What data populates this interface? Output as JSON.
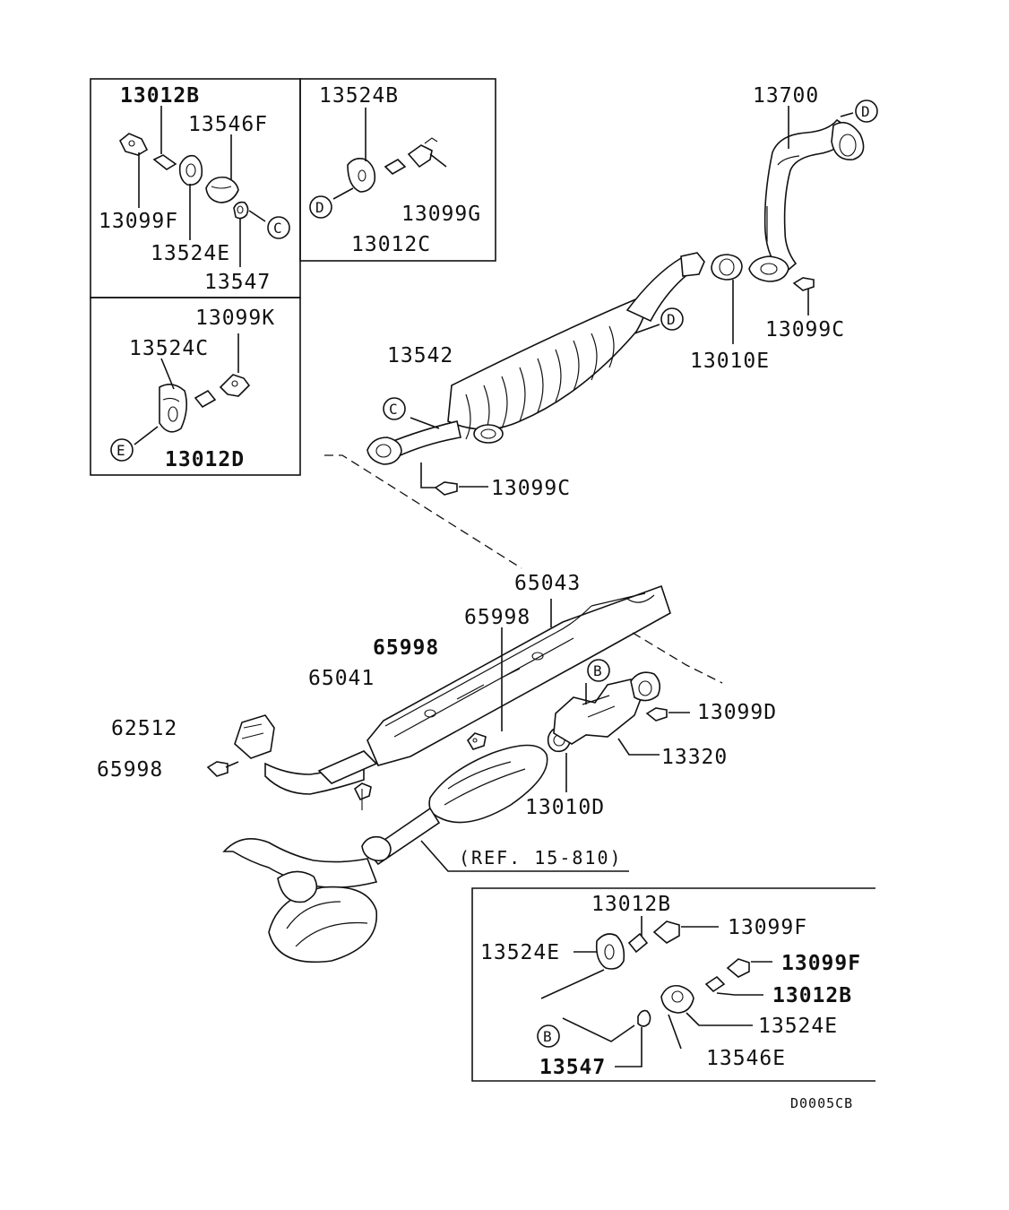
{
  "labels": {
    "l_13012B_a": "13012B",
    "l_13546F": "13546F",
    "l_13099F_a": "13099F",
    "l_13524E_a": "13524E",
    "l_13547_a": "13547",
    "l_13524B": "13524B",
    "l_13099G": "13099G",
    "l_13012C": "13012C",
    "l_13099K": "13099K",
    "l_13524C": "13524C",
    "l_13012D": "13012D",
    "l_13700": "13700",
    "l_13542": "13542",
    "l_13010E": "13010E",
    "l_13099C_a": "13099C",
    "l_13099C_b": "13099C",
    "l_65043": "65043",
    "l_65998_a": "65998",
    "l_65998_b": "65998",
    "l_65041": "65041",
    "l_62512": "62512",
    "l_65998_c": "65998",
    "l_13099D": "13099D",
    "l_13320": "13320",
    "l_13010D": "13010D",
    "l_ref": "(REF. 15-810)",
    "l_13012B_b": "13012B",
    "l_13099F_b": "13099F",
    "l_13524E_b": "13524E",
    "l_13099F_c": "13099F",
    "l_13012B_c": "13012B",
    "l_13524E_c": "13524E",
    "l_13547_b": "13547",
    "l_13546E": "13546E",
    "l_code": "D0005CB"
  },
  "callouts": {
    "c_C1": "C",
    "c_D1": "D",
    "c_E1": "E",
    "c_D2": "D",
    "c_C2": "C",
    "c_D3": "D",
    "c_B1": "B",
    "c_B2": "B"
  }
}
